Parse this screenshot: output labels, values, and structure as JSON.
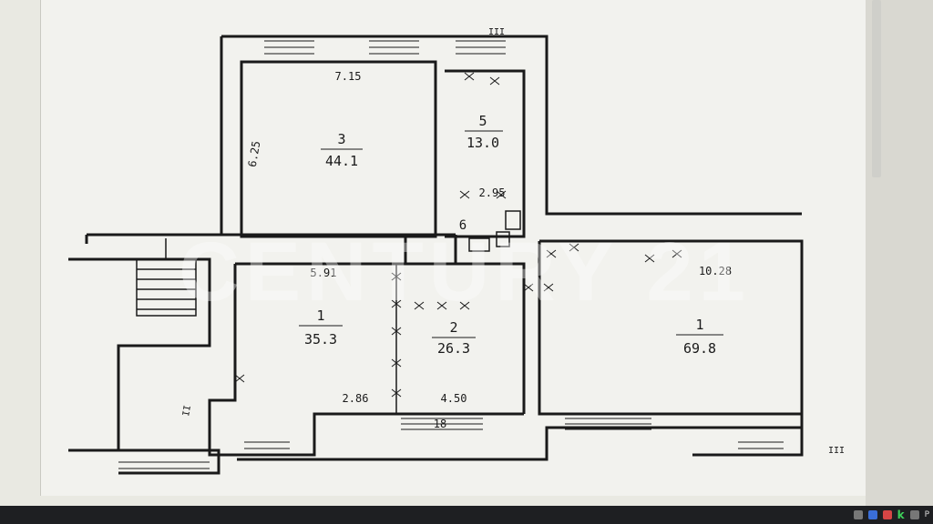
{
  "plan": {
    "rooms": [
      {
        "number": "3",
        "area": "44.1"
      },
      {
        "number": "5",
        "area": "13.0"
      },
      {
        "number": "6",
        "area": ""
      },
      {
        "number": "1",
        "area": "35.3"
      },
      {
        "number": "2",
        "area": "26.3"
      },
      {
        "number": "1",
        "area": "69.8"
      }
    ],
    "dimensions": [
      "7.15",
      "6.25",
      "2.95",
      "5.91",
      "10.28",
      "2.86",
      "4.50",
      "18"
    ],
    "stair_marks": [
      "III",
      "II",
      "III"
    ]
  },
  "watermark": "CENTURY 21",
  "taskbar": {
    "tray_label": "P"
  }
}
